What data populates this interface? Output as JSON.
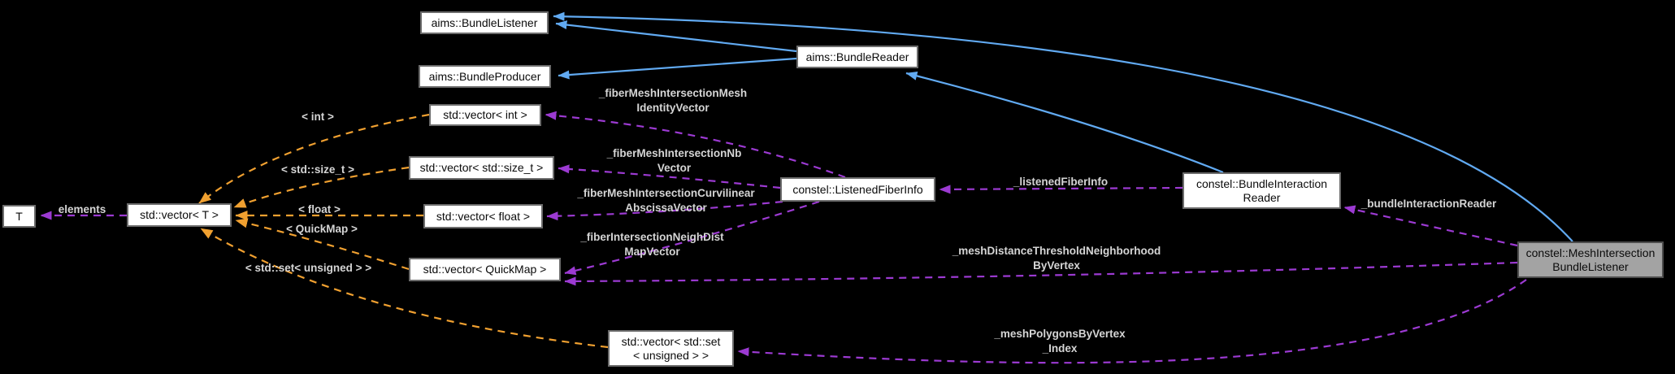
{
  "diagram": {
    "type": "collaboration-graph",
    "background": "#000000",
    "colors": {
      "inheritance_edge": "#61aaf2",
      "usage_edge": "#9c3ad2",
      "template_edge": "#f0a030",
      "node_background": "#ffffff",
      "node_border": "#6c6c6c",
      "focus_node_background": "#a3a3a3",
      "focus_node_border": "#4e4e4e",
      "edge_label_color": "#d5d5d5"
    },
    "nodes": [
      {
        "id": "aims-bundle-listener",
        "label": "aims::BundleListener"
      },
      {
        "id": "aims-bundle-producer",
        "label": "aims::BundleProducer"
      },
      {
        "id": "aims-bundle-reader",
        "label": "aims::BundleReader"
      },
      {
        "id": "std-vector-int",
        "label": "std::vector< int >"
      },
      {
        "id": "std-vector-size-t",
        "label": "std::vector< std::size_t >"
      },
      {
        "id": "std-vector-float",
        "label": "std::vector< float >"
      },
      {
        "id": "std-vector-quickmap",
        "label": "std::vector< QuickMap >"
      },
      {
        "id": "std-vector-t",
        "label": "std::vector< T >"
      },
      {
        "id": "t",
        "label": "T"
      },
      {
        "id": "std-vector-std-set-unsigned",
        "label": "std::vector< std::set\n< unsigned > >"
      },
      {
        "id": "constel-listened-fiber-info",
        "label": "constel::ListenedFiberInfo"
      },
      {
        "id": "constel-bundle-interaction-reader",
        "label": "constel::BundleInteraction\nReader"
      },
      {
        "id": "constel-mesh-intersection-bundle-listener",
        "label": "constel::MeshIntersection\nBundleListener"
      }
    ],
    "edge_labels": [
      {
        "id": "elements",
        "text": "elements"
      },
      {
        "id": "tpl-int",
        "text": "< int >"
      },
      {
        "id": "tpl-size-t",
        "text": "< std::size_t >"
      },
      {
        "id": "tpl-float",
        "text": "< float >"
      },
      {
        "id": "tpl-quickmap",
        "text": "< QuickMap >"
      },
      {
        "id": "tpl-set-unsigned",
        "text": "< std::set< unsigned > >"
      },
      {
        "id": "fiber-mesh-intersection-mesh-identity-vector",
        "text": "_fiberMeshIntersectionMesh\nIdentityVector"
      },
      {
        "id": "fiber-mesh-intersection-nb-vector",
        "text": "_fiberMeshIntersectionNb\nVector"
      },
      {
        "id": "fiber-mesh-intersection-curvilinear-abscissa-vector",
        "text": "_fiberMeshIntersectionCurvilinear\nAbscissaVector"
      },
      {
        "id": "fiber-intersection-neigh-dist-map-vector",
        "text": "_fiberIntersectionNeighDist\nMapVector"
      },
      {
        "id": "listened-fiber-info",
        "text": "_listenedFiberInfo"
      },
      {
        "id": "bundle-interaction-reader",
        "text": "_bundleInteractionReader"
      },
      {
        "id": "mesh-distance-threshold-neighborhood-by-vertex",
        "text": "_meshDistanceThresholdNeighborhood\nByVertex"
      },
      {
        "id": "mesh-polygons-by-vertex-index",
        "text": "_meshPolygonsByVertex\n_Index"
      }
    ]
  }
}
